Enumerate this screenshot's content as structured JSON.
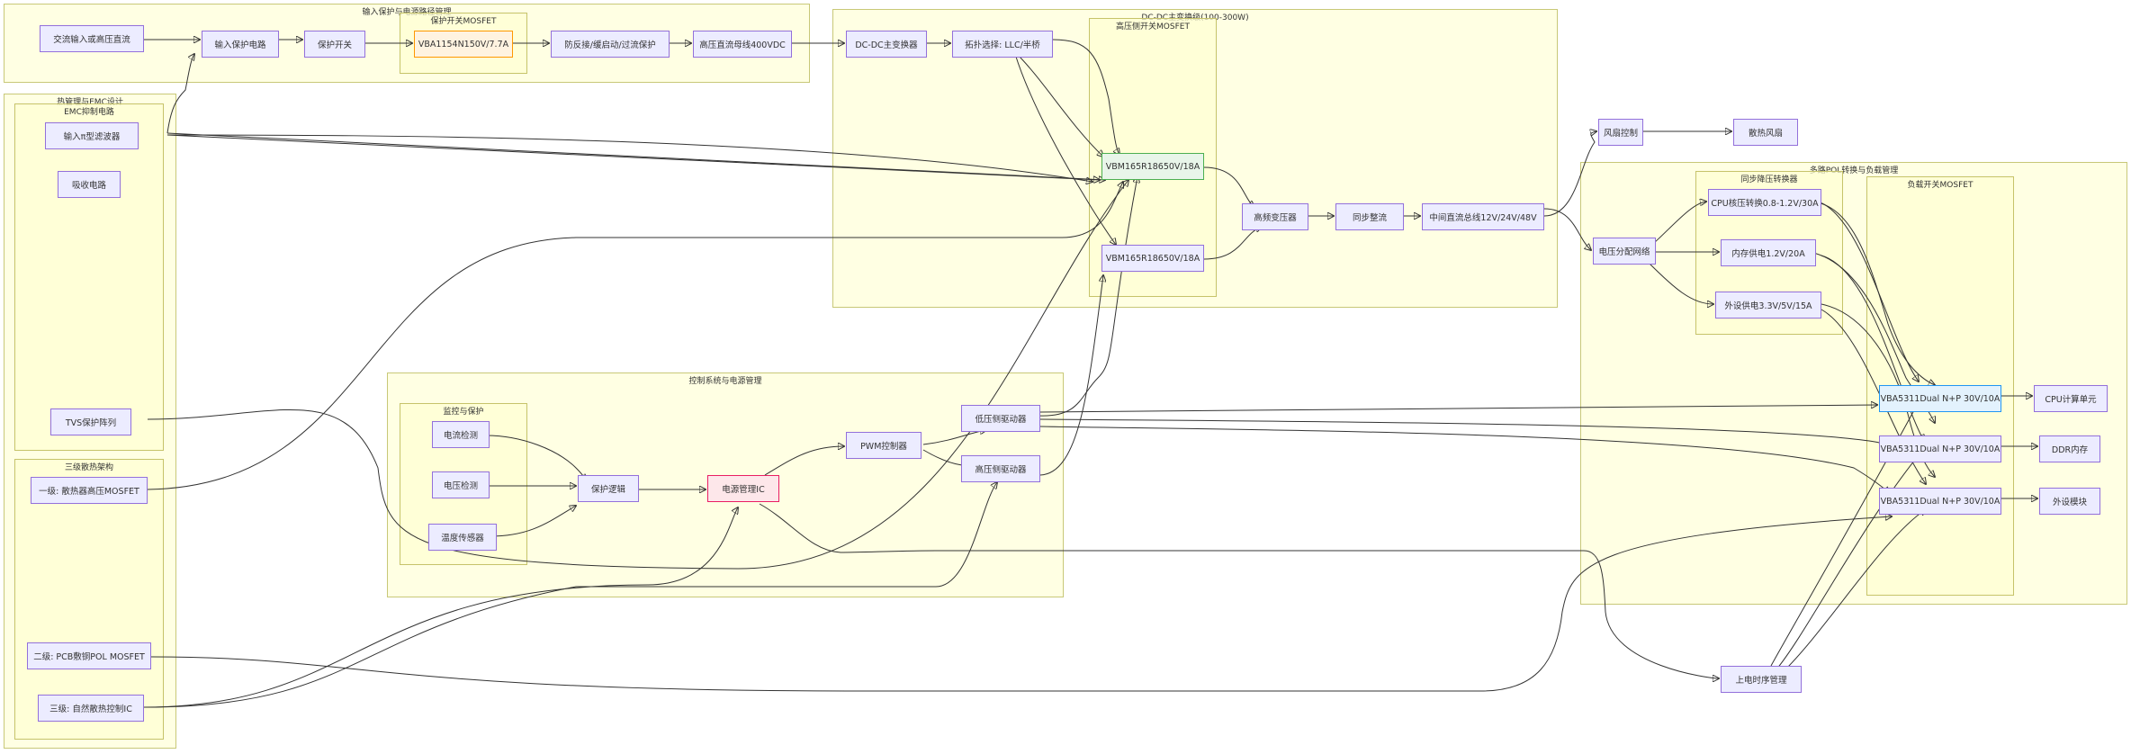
{
  "clusters": {
    "input_protect": {
      "label": "输入保护与电源路径管理"
    },
    "protect_switch": {
      "label": "保护开关MOSFET"
    },
    "dcdc": {
      "label": "DC-DC主变换级(100-300W)"
    },
    "hs_switch": {
      "label": "高压侧开关MOSFET"
    },
    "thermal_emc": {
      "label": "热管理与EMC设计"
    },
    "emc_suppress": {
      "label": "EMC抑制电路"
    },
    "cooling": {
      "label": "三级散热架构"
    },
    "control": {
      "label": "控制系统与电源管理"
    },
    "monitor": {
      "label": "监控与保护"
    },
    "pol": {
      "label": "多路POL转换与负载管理"
    },
    "sync_buck": {
      "label": "同步降压转换器"
    },
    "load_switch": {
      "label": "负载开关MOSFET"
    }
  },
  "nodes": {
    "ac_in": "交流输入或高压直流",
    "in_protect": "输入保护电路",
    "prot_switch": "保护开关",
    "vba1154n": "VBA1154N150V/7.7A",
    "anti_reverse": "防反接/缓启动/过流保护",
    "hv_bus": "高压直流母线400VDC",
    "dcdc_main": "DC-DC主变换器",
    "topology": "拓扑选择: LLC/半桥",
    "vbm_top": "VBM165R18650V/18A",
    "vbm_bottom": "VBM165R18650V/18A",
    "hf_transformer": "高频变压器",
    "sync_rect": "同步整流",
    "mid_bus": "中间直流总线12V/24V/48V",
    "fan_ctrl": "风扇控制",
    "fan": "散热风扇",
    "volt_dist": "电压分配网络",
    "cpu_buck": "CPU核压转换0.8-1.2V/30A",
    "mem_buck": "内存供电1.2V/20A",
    "periph_buck": "外设供电3.3V/5V/15A",
    "vba_cpu": "VBA5311Dual N+P 30V/10A",
    "vba_ddr": "VBA5311Dual N+P 30V/10A",
    "vba_periph": "VBA5311Dual N+P 30V/10A",
    "cpu_unit": "CPU计算单元",
    "ddr": "DDR内存",
    "periph_mod": "外设模块",
    "input_filter": "输入π型滤波器",
    "snubber": "吸收电路",
    "tvs": "TVS保护阵列",
    "cool1": "一级: 散热器高压MOSFET",
    "cool2": "二级: PCB敷铜POL MOSFET",
    "cool3": "三级: 自然散热控制IC",
    "cur_detect": "电流检测",
    "volt_detect": "电压检测",
    "temp_sensor": "温度传感器",
    "prot_logic": "保护逻辑",
    "pmic": "电源管理IC",
    "pwm": "PWM控制器",
    "ls_driver": "低压侧驱动器",
    "hs_driver": "高压侧驱动器",
    "power_seq": "上电时序管理"
  }
}
